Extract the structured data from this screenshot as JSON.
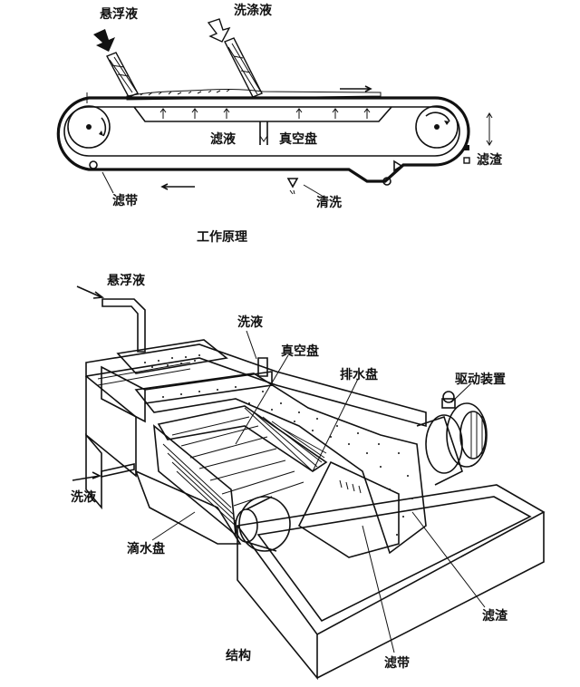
{
  "working_principle": {
    "caption": "工作原理",
    "labels": {
      "suspension": "悬浮液",
      "wash_liquid": "洗涤液",
      "filtrate": "滤液",
      "vacuum_tray": "真空盘",
      "filter_residue": "滤渣",
      "filter_belt": "滤带",
      "cleaning": "清洗"
    }
  },
  "structure": {
    "caption": "结构",
    "labels": {
      "suspension": "悬浮液",
      "wash_liquid_top": "洗液",
      "vacuum_tray": "真空盘",
      "drain_tray": "排水盘",
      "drive_unit": "驱动装置",
      "wash_liquid_left": "洗液",
      "drip_tray": "滴水盘",
      "filter_residue": "滤渣",
      "filter_belt": "滤带"
    }
  }
}
